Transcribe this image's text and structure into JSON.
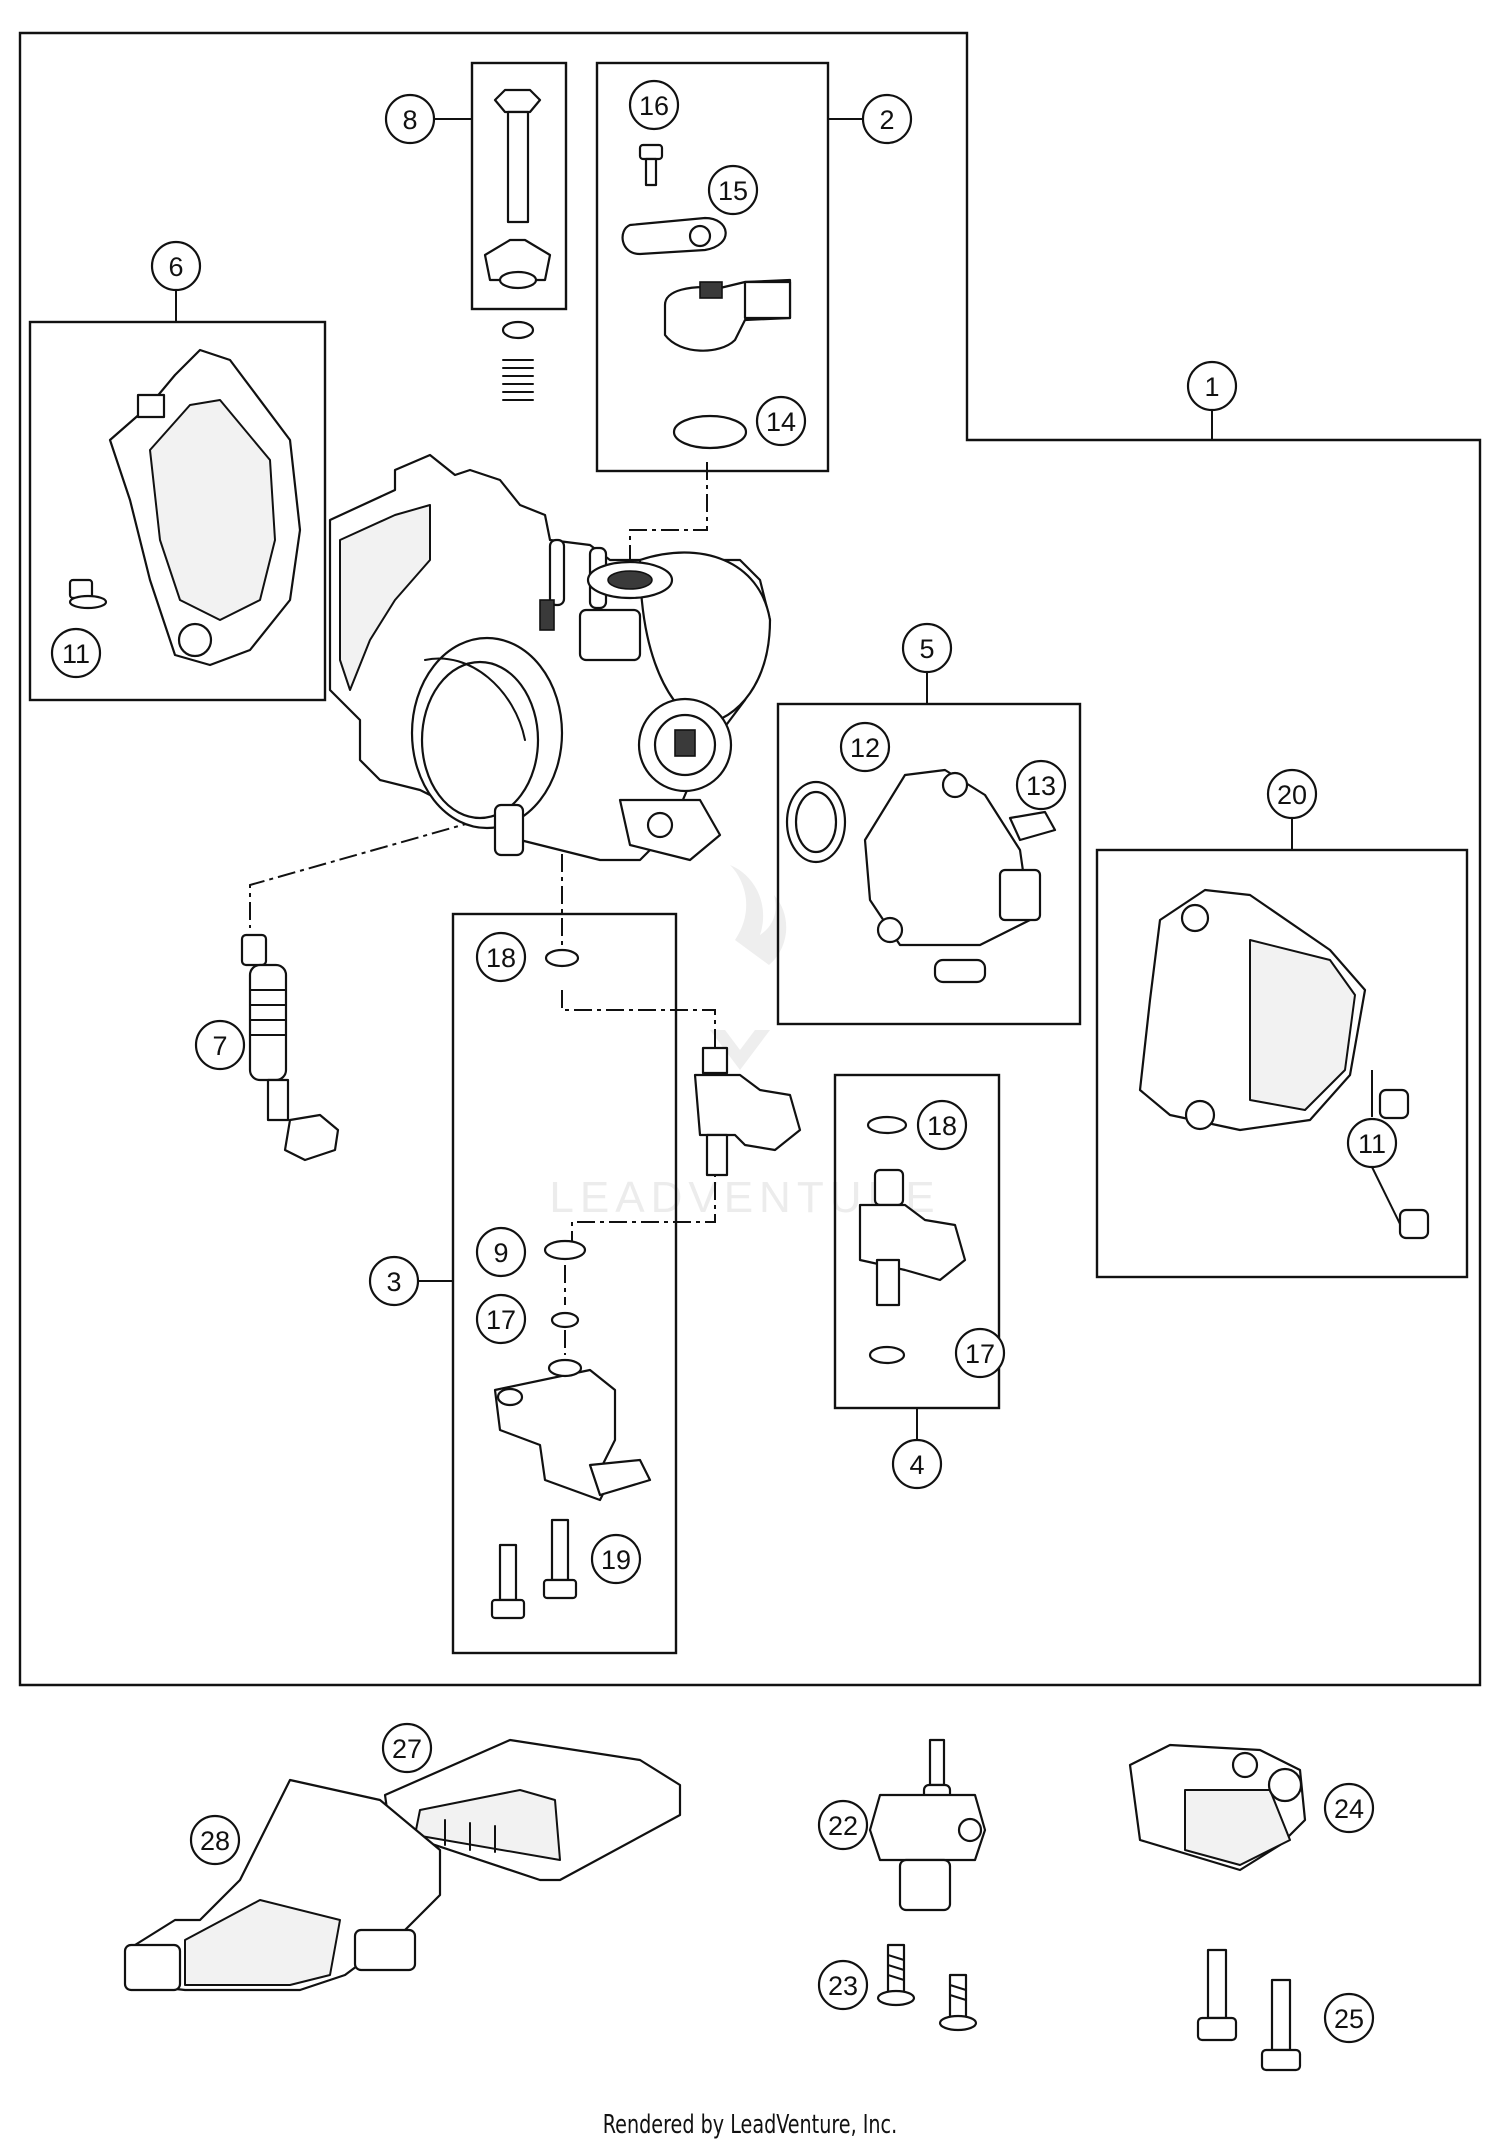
{
  "callouts": {
    "c1": "1",
    "c2": "2",
    "c3": "3",
    "c4": "4",
    "c5": "5",
    "c6": "6",
    "c7": "7",
    "c8": "8",
    "c9": "9",
    "c11a": "11",
    "c11b": "11",
    "c12": "12",
    "c13": "13",
    "c14": "14",
    "c15": "15",
    "c16": "16",
    "c17a": "17",
    "c17b": "17",
    "c18a": "18",
    "c18b": "18",
    "c19": "19",
    "c20": "20",
    "c22": "22",
    "c23": "23",
    "c24": "24",
    "c25": "25",
    "c27": "27",
    "c28": "28"
  },
  "watermark": "LEADVENTURE",
  "footer": "Rendered by LeadVenture, Inc."
}
